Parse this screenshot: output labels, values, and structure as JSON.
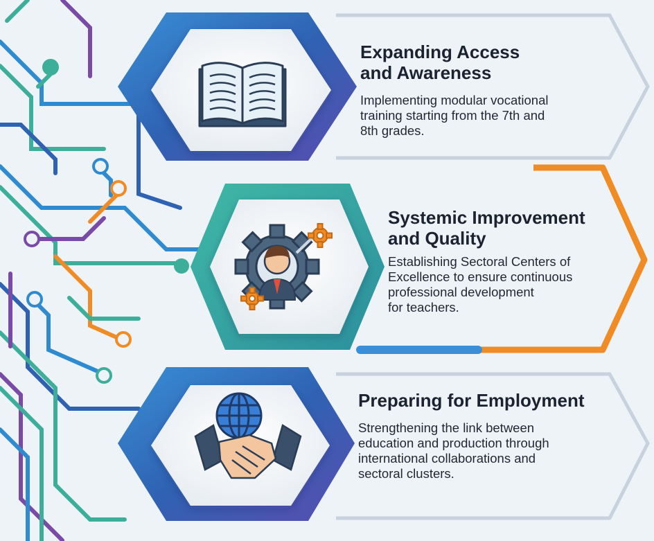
{
  "cards": [
    {
      "title": "Expanding Access\nand Awareness",
      "body": "Implementing modular vocational\ntraining starting from the 7th and\n8th grades.",
      "icon": "open-book-icon",
      "accent": "#2f62b3"
    },
    {
      "title": "Systemic Improvement\nand Quality",
      "body": "Establishing Sectoral Centers of\nExcellence to ensure continuous\nprofessional development\nfor teachers.",
      "icon": "gear-person-icon",
      "accent": "#f08c25"
    },
    {
      "title": "Preparing for Employment",
      "body": "Strengthening the link between\neducation and production through\ninternational collaborations and\nsectoral clusters.",
      "icon": "globe-handshake-icon",
      "accent": "#2f62b3"
    }
  ],
  "colors": {
    "background": "#eef3f7",
    "blue": "#2f62b3",
    "teal": "#3cae9a",
    "orange": "#f08c25",
    "purple": "#7a4aa8"
  }
}
